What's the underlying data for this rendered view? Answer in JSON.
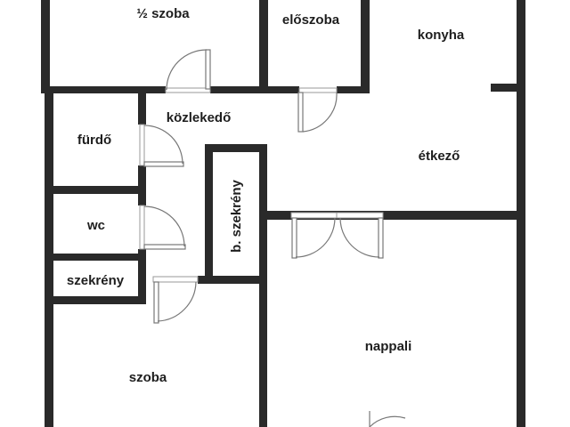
{
  "rooms": {
    "half_room": "½ szoba",
    "hall": "előszoba",
    "kitchen": "konyha",
    "corridor": "közlekedő",
    "bathroom": "fürdő",
    "dining": "étkező",
    "wc": "wc",
    "builtin_wardrobe": "b. szekrény",
    "wardrobe": "szekrény",
    "living_room": "nappali",
    "room": "szoba"
  }
}
